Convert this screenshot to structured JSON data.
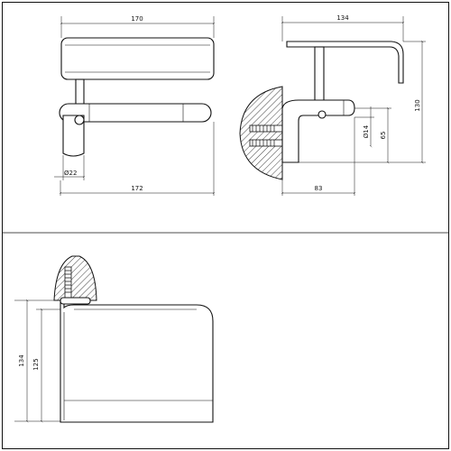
{
  "drawing": {
    "top_view": {
      "width_label": "170",
      "overall_label": "172",
      "diameter_label": "Ø22"
    },
    "side_view": {
      "width_label": "134",
      "depth_label": "83",
      "height_label": "130",
      "mount_label": "65",
      "diameter_label": "Ø14"
    },
    "front_view": {
      "outer_height_label": "134",
      "inner_height_label": "125"
    }
  }
}
